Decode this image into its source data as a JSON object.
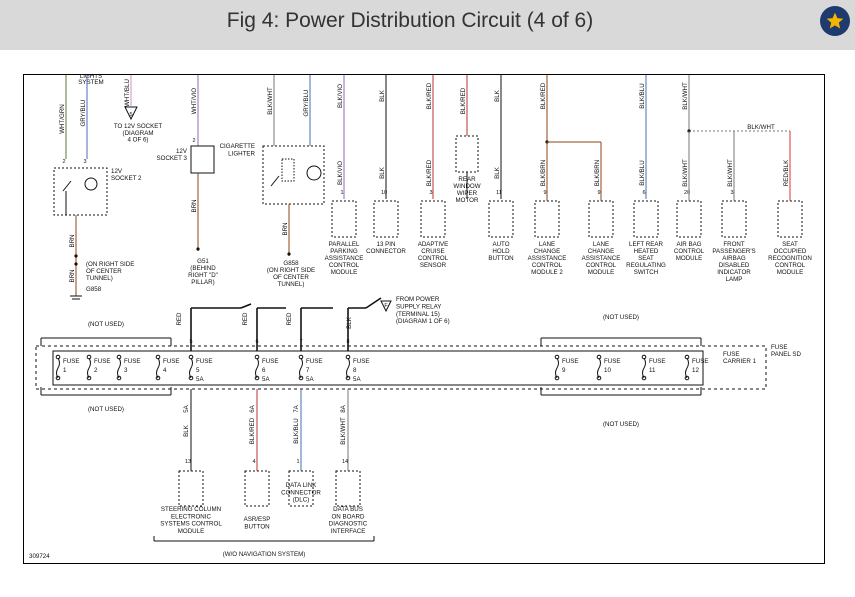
{
  "header": {
    "title": "Fig 4: Power Distribution Circuit (4 of 6)",
    "star_icon": "star-icon",
    "accent_color": "#1e3a6e",
    "star_color": "#f5b400"
  },
  "diagram": {
    "figure_id": "309724",
    "top_left": {
      "lights_lines": [
        "LIGHTS",
        "SYSTEM"
      ],
      "wire_wht_grn": "WHT/GRN",
      "wire_gry_blu": "GRY/BLU",
      "wire_wht_blu": "WHT/BLU",
      "to_socket_lines": [
        "TO 12V SOCKET",
        "(DIAGRAM",
        "4 OF 6)"
      ],
      "socket2_lines": [
        "12V",
        "SOCKET 2"
      ],
      "wire_brn": "BRN",
      "ground_note_lines": [
        "(ON RIGHT SIDE",
        "OF CENTER",
        "TUNNEL)"
      ],
      "ground_g858": "G858"
    },
    "mid_left": {
      "wire_wht_vio": "WHT/VIO",
      "socket3_lines": [
        "12V",
        "SOCKET 3"
      ],
      "wire_brn": "BRN",
      "g51_lines": [
        "G51",
        "(BEHIND",
        "RIGHT \"D\"",
        "PILLAR)"
      ],
      "wire_blk_wht": "BLK/WHT",
      "wire_gry_blu": "GRY/BLU",
      "cig_lines": [
        "CIGARETTE",
        "LIGHTER"
      ],
      "g858_lines": [
        "G858",
        "(ON RIGHT SIDE",
        "OF CENTER",
        "TUNNEL)"
      ]
    },
    "top_components": [
      {
        "wire_top": "BLK/VIO",
        "wire_bot": "BLK/VIO",
        "pin": "1",
        "label_lines": [
          "PARALLEL",
          "PARKING",
          "ASSISTANCE",
          "CONTROL",
          "MODULE"
        ]
      },
      {
        "wire_top": "BLK",
        "wire_bot": "BLK",
        "pin": "10",
        "label_lines": [
          "13 PIN",
          "CONNECTOR"
        ]
      },
      {
        "wire_top": "BLK/RED",
        "wire_bot": "BLK/RED",
        "pin": "3",
        "label_lines": [
          "ADAPTIVE",
          "CRUISE",
          "CONTROL",
          "SENSOR"
        ]
      },
      {
        "wire_top": "BLK/RED",
        "wire_bot": "",
        "pin": "",
        "label_lines": [
          "REAR",
          "WINDOW",
          "WIPER",
          "MOTOR"
        ]
      },
      {
        "wire_top": "BLK",
        "wire_bot": "BLK",
        "pin": "11",
        "label_lines": [
          "AUTO",
          "HOLD",
          "BUTTON"
        ]
      },
      {
        "wire_top": "BLK/RED",
        "wire_bot": "BLK/BRN",
        "pin": "9",
        "label_lines": [
          "LANE",
          "CHANGE",
          "ASSISTANCE",
          "CONTROL",
          "MODULE 2"
        ]
      },
      {
        "wire_top": "",
        "wire_bot": "BLK/BRN",
        "pin": "9",
        "label_lines": [
          "LANE",
          "CHANGE",
          "ASSISTANCE",
          "CONTROL",
          "MODULE"
        ]
      },
      {
        "wire_top": "BLK/BLU",
        "wire_bot": "BLK/BLU",
        "pin": "6",
        "label_lines": [
          "LEFT REAR",
          "HEATED",
          "SEAT",
          "REGULATING",
          "SWITCH"
        ]
      },
      {
        "wire_top": "BLK/WHT",
        "wire_bot": "BLK/WHT",
        "pin": "20",
        "label_lines": [
          "AIR BAG",
          "CONTROL",
          "MODULE"
        ]
      },
      {
        "wire_top": "",
        "wire_bot": "BLK/WHT",
        "pin": "3",
        "label_lines": [
          "FRONT",
          "PASSENGER'S",
          "AIRBAG",
          "DISABLED",
          "INDICATOR",
          "LAMP"
        ]
      },
      {
        "wire_top": "",
        "wire_bot": "RED/BLK",
        "pin": "",
        "label_lines": [
          "SEAT",
          "OCCUPIED",
          "RECOGNITION",
          "CONTROL",
          "MODULE"
        ]
      }
    ],
    "blk_wht_label": "BLK/WHT",
    "relay": {
      "wire_red": "RED",
      "wire_blk": "BLK",
      "connector": "F",
      "label_lines": [
        "FROM POWER",
        "SUPPLY RELAY",
        "(TERMINAL 15)",
        "(DIAGRAM 1 OF 6)"
      ]
    },
    "fuse_panel": {
      "not_used": "(NOT USED)",
      "fuse_word": "FUSE",
      "carrier_lines": [
        "FUSE",
        "CARRIER 1"
      ],
      "panel_lines": [
        "FUSE",
        "PANEL SD"
      ],
      "fuses": [
        {
          "num": "1",
          "amp": "",
          "pin": ""
        },
        {
          "num": "2",
          "amp": "",
          "pin": ""
        },
        {
          "num": "3",
          "amp": "",
          "pin": ""
        },
        {
          "num": "4",
          "amp": "",
          "pin": ""
        },
        {
          "num": "5",
          "amp": "5A",
          "pin": "5A"
        },
        {
          "num": "6",
          "amp": "5A",
          "pin": "6A"
        },
        {
          "num": "7",
          "amp": "5A",
          "pin": "7A"
        },
        {
          "num": "8",
          "amp": "5A",
          "pin": "8A"
        },
        {
          "num": "9",
          "amp": "",
          "pin": ""
        },
        {
          "num": "10",
          "amp": "",
          "pin": ""
        },
        {
          "num": "11",
          "amp": "",
          "pin": ""
        },
        {
          "num": "12",
          "amp": "",
          "pin": ""
        }
      ]
    },
    "bottom_components": [
      {
        "wire": "BLK",
        "pin": "13",
        "label_lines": [
          "STEERING COLUMN",
          "ELECTRONIC",
          "SYSTEMS CONTROL",
          "MODULE"
        ]
      },
      {
        "wire": "BLK/RED",
        "pin": "4",
        "label_lines": [
          "ASR/ESP",
          "BUTTON"
        ]
      },
      {
        "wire": "BLK/BLU",
        "pin": "1",
        "label_lines": [
          "DATA LINK",
          "CONNECTOR",
          "(DLC)"
        ]
      },
      {
        "wire": "BLK/WHT",
        "pin": "14",
        "label_lines": [
          "DATA BUS",
          "ON BOARD",
          "DIAGNOSTIC",
          "INTERFACE"
        ]
      }
    ],
    "wo_nav": "(W/O NAVIGATION SYSTEM)"
  }
}
